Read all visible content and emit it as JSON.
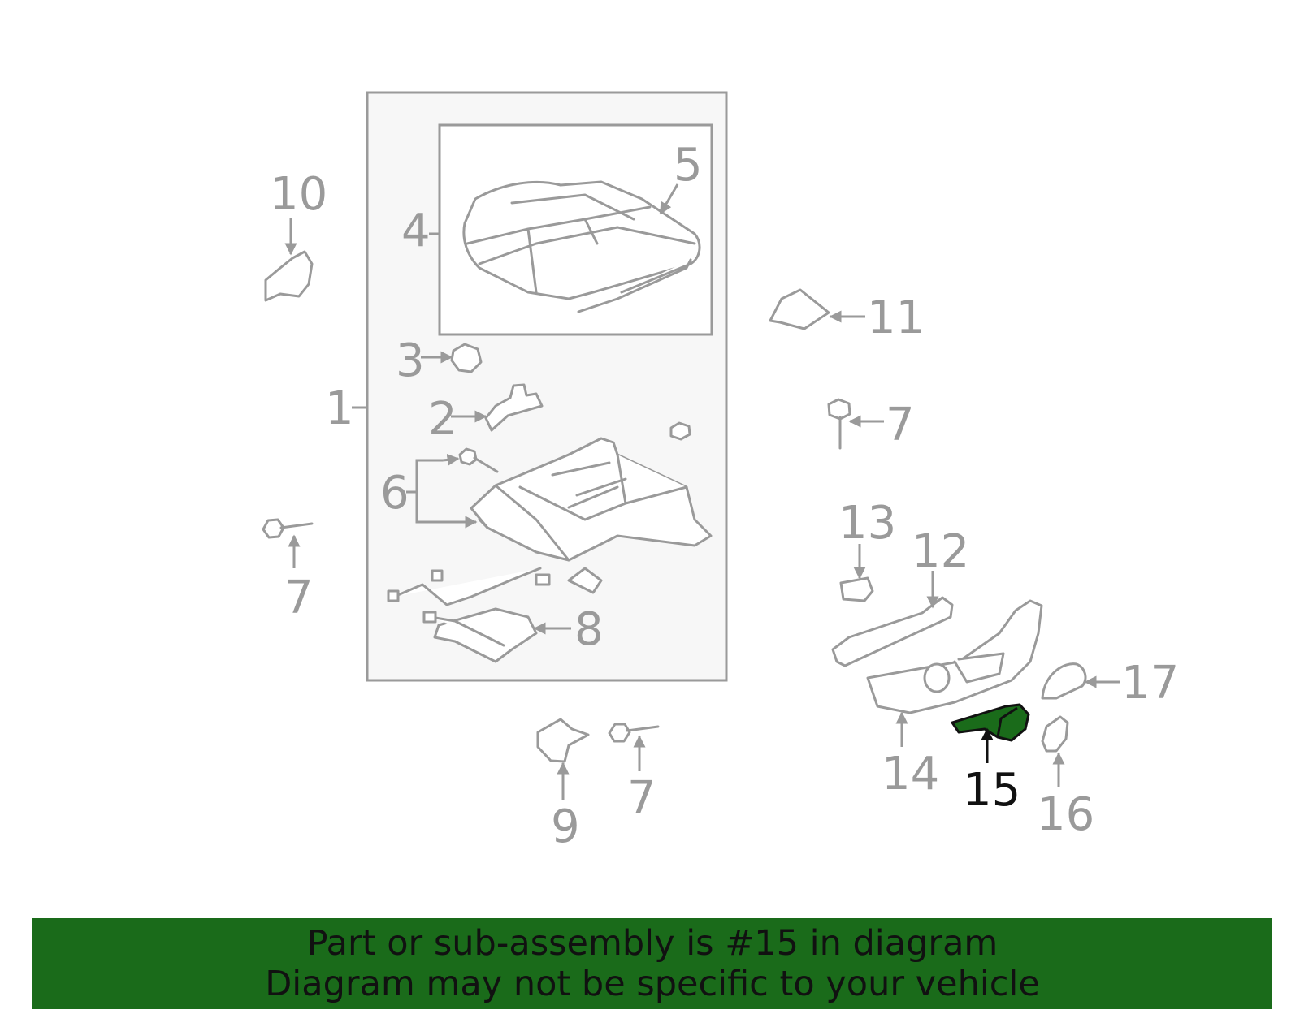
{
  "colors": {
    "line": "#9a9a9a",
    "highlight": "#1a6b1a",
    "text_dark": "#111111",
    "box_fill": "#f7f7f7"
  },
  "callouts": [
    "1",
    "2",
    "3",
    "4",
    "5",
    "6",
    "7",
    "8",
    "9",
    "10",
    "11",
    "12",
    "13",
    "14",
    "15",
    "16",
    "17"
  ],
  "highlighted_part": "15",
  "banner": {
    "line1": "Part or sub-assembly is #15 in diagram",
    "line2": "Diagram may not be specific to your vehicle"
  }
}
